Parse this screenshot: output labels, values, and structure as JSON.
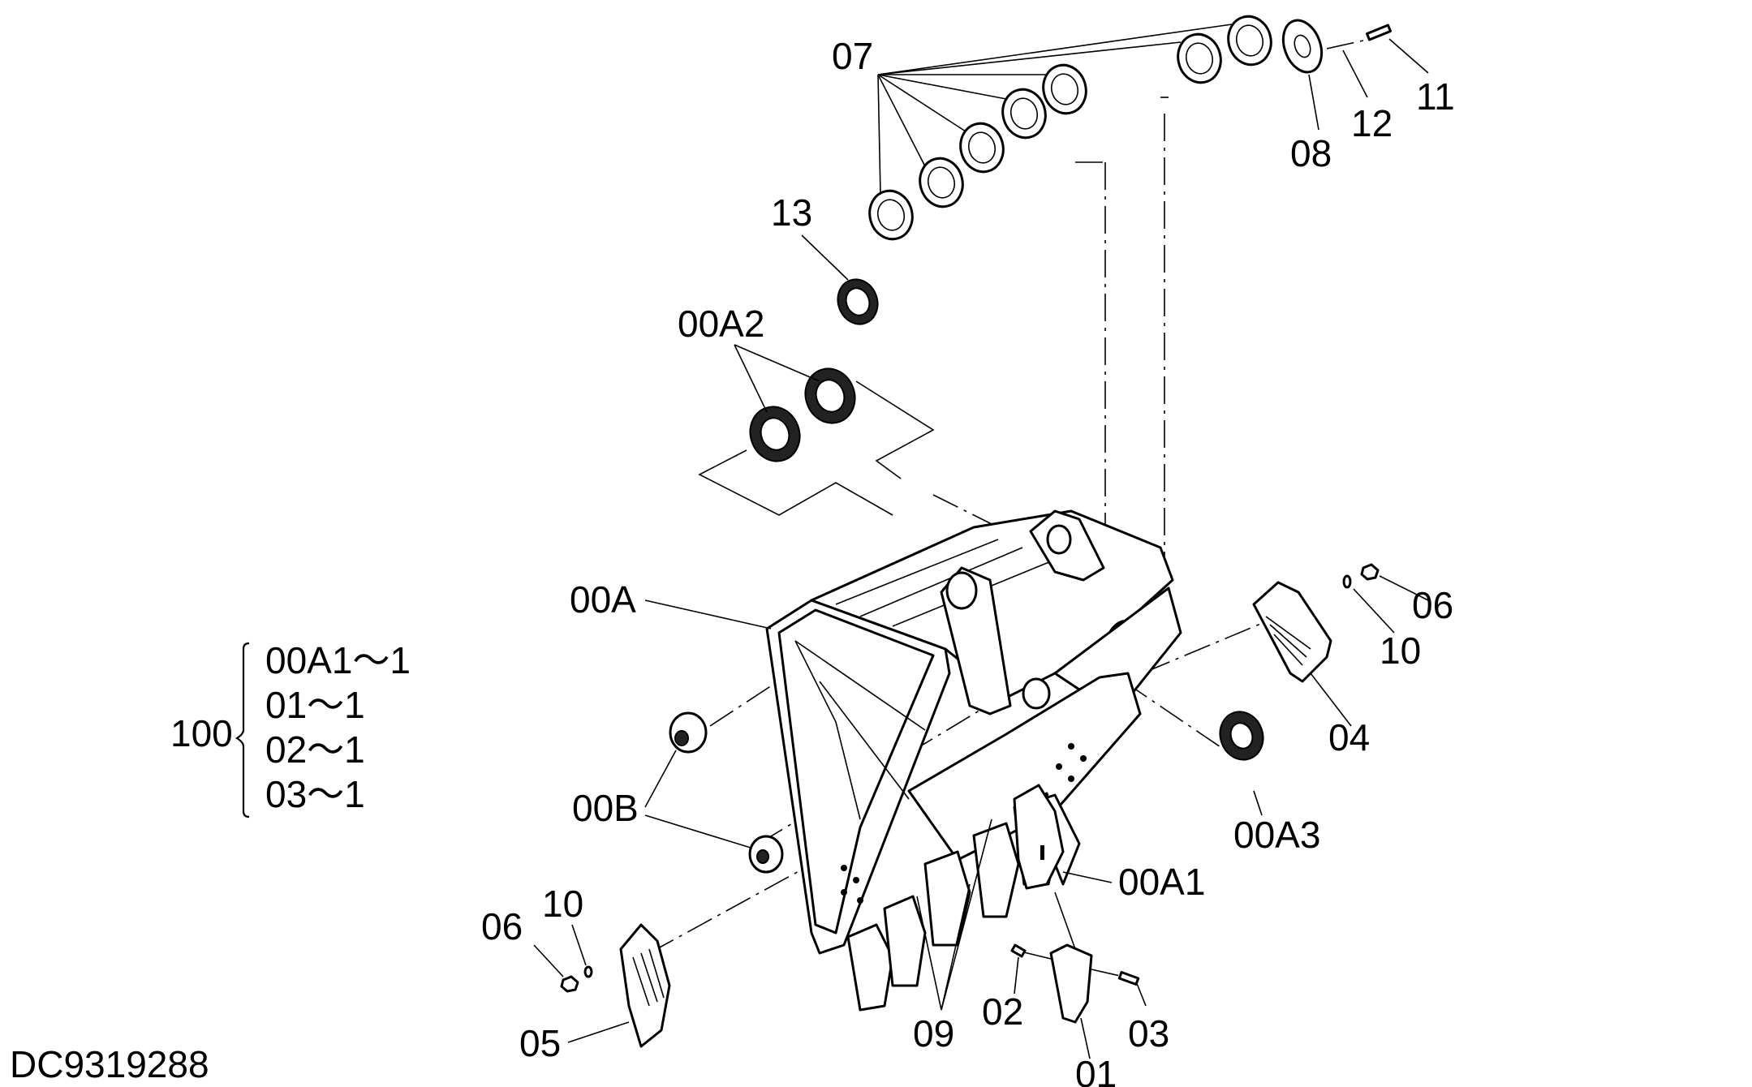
{
  "drawing_code": "DC9319288",
  "callouts": {
    "c07": "07",
    "c08": "08",
    "c11": "11",
    "c12": "12",
    "c13": "13",
    "c00A2": "00A2",
    "c00A": "00A",
    "c06_right": "06",
    "c10_right": "10",
    "c04": "04",
    "c00A3": "00A3",
    "c00B": "00B",
    "c00A1": "00A1",
    "c06_left": "06",
    "c10_left": "10",
    "c05": "05",
    "c09": "09",
    "c02": "02",
    "c03": "03",
    "c01": "01"
  },
  "assembly": {
    "number": "100",
    "items": [
      "00A1～1",
      "01～1",
      "02～1",
      "03～1"
    ]
  }
}
